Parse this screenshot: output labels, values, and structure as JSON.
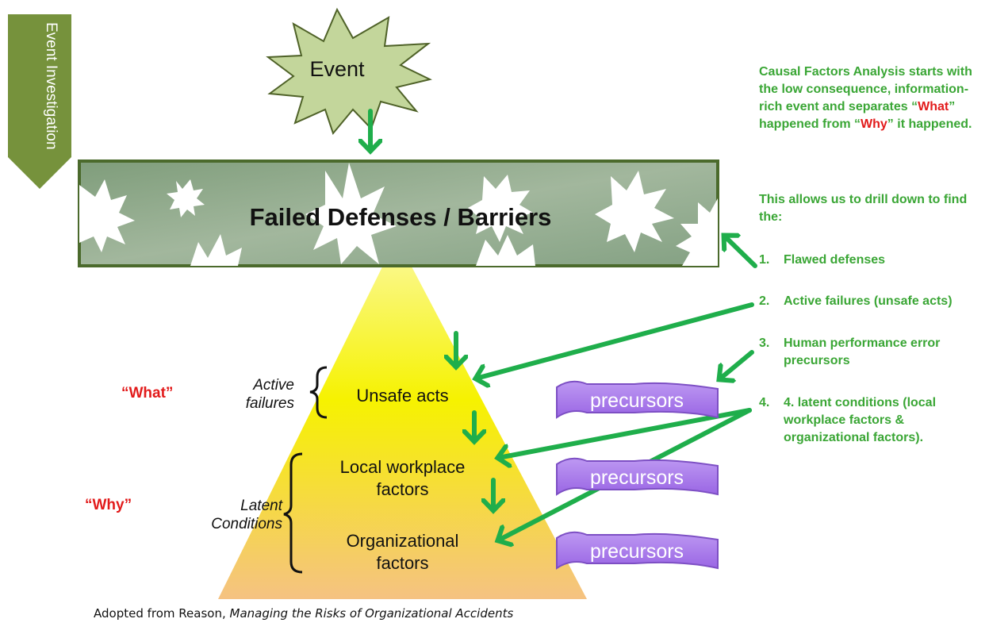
{
  "side_label": "Event Investigation",
  "event_label": "Event",
  "barrier_title": "Failed Defenses / Barriers",
  "pyramid": {
    "unsafe_acts": "Unsafe acts",
    "local_workplace": "Local workplace factors",
    "organizational": "Organizational factors"
  },
  "left_labels": {
    "active_failures": "Active failures",
    "latent_conditions": "Latent Conditions",
    "what": "“What”",
    "why": "“Why”"
  },
  "precursors": [
    "precursors",
    "precursors",
    "precursors"
  ],
  "right_text": {
    "intro_1": "Causal Factors Analysis starts with the low consequence, information-rich event and separates “",
    "intro_what": "What",
    "intro_2": "” happened from “",
    "intro_why": "Why",
    "intro_3": "” it happened.",
    "drill": "This allows us to drill down to find the:",
    "items": [
      {
        "num": "1.",
        "text": "Flawed defenses"
      },
      {
        "num": "2.",
        "text": "Active failures (unsafe acts)"
      },
      {
        "num": "3.",
        "text": "Human performance error precursors"
      },
      {
        "num": "4.",
        "text": "4. latent conditions (local workplace factors & organizational factors)."
      }
    ]
  },
  "footer": {
    "prefix": "Adopted from Reason, ",
    "title": "Managing the Risks of Organizational Accidents"
  },
  "colors": {
    "side_green": "#76923c",
    "arrow_green": "#1fae4b",
    "text_green": "#3aa635",
    "event_fill": "#c3d69b",
    "barrier_fill": "#8faa8a",
    "precursor_fill": "#a779e8",
    "red": "#e21b1b"
  }
}
